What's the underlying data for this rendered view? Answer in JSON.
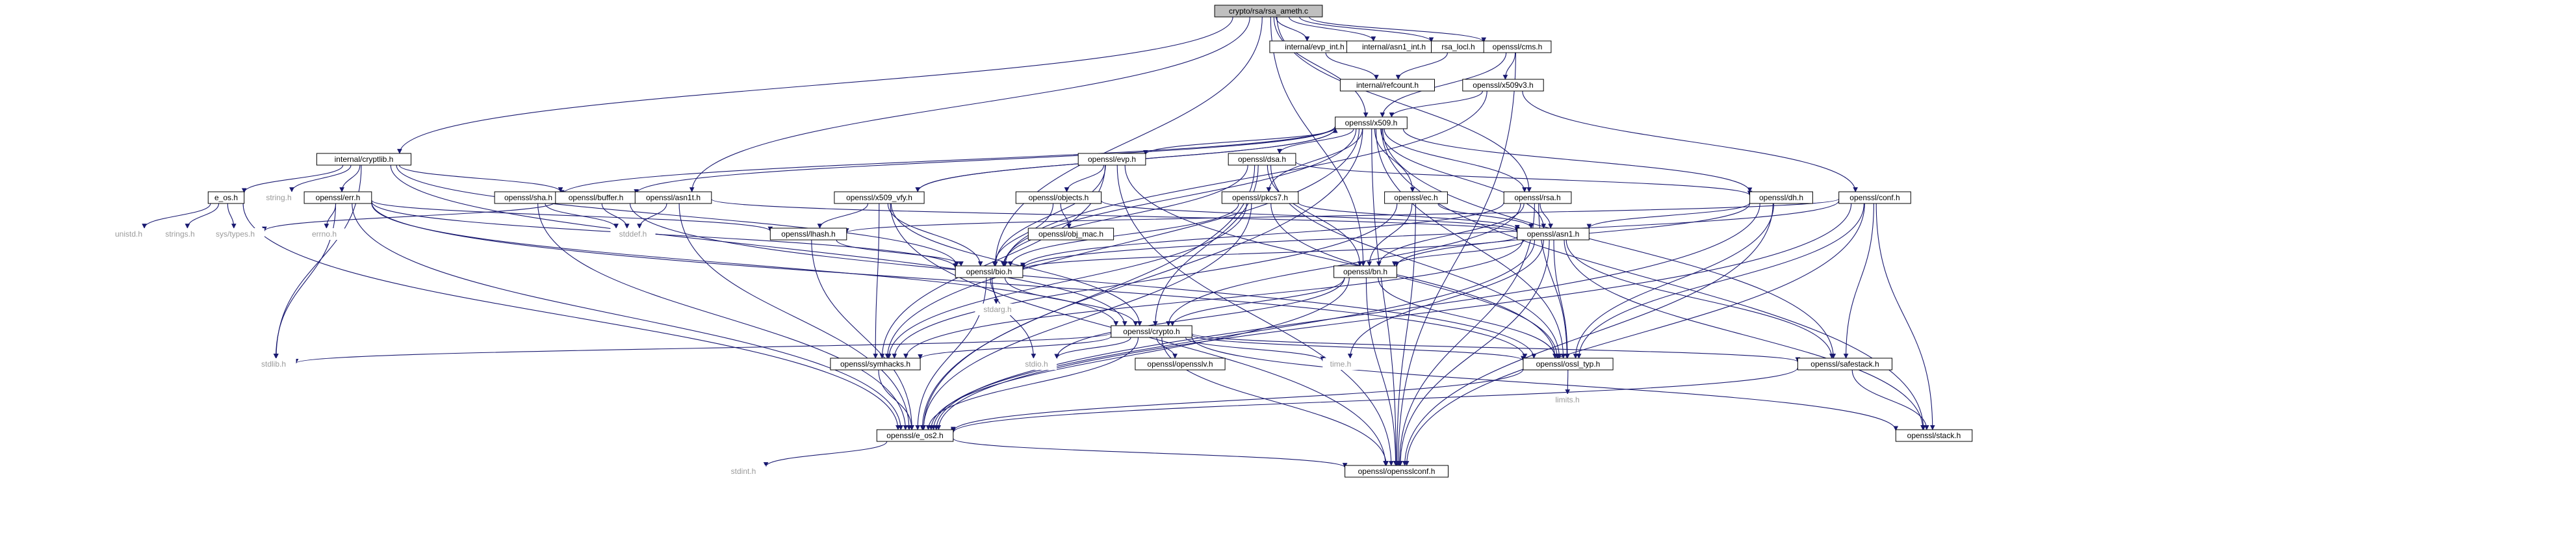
{
  "graph": {
    "nodes": [
      {
        "id": "rsa_ameth",
        "label": "crypto/rsa/rsa_ameth.c",
        "kind": "root"
      },
      {
        "id": "internal_cryptlib",
        "label": "internal/cryptlib.h",
        "kind": "normal"
      },
      {
        "id": "internal_evp_int",
        "label": "internal/evp_int.h",
        "kind": "normal"
      },
      {
        "id": "internal_asn1_int",
        "label": "internal/asn1_int.h",
        "kind": "normal"
      },
      {
        "id": "rsa_locl",
        "label": "rsa_locl.h",
        "kind": "normal"
      },
      {
        "id": "openssl_cms",
        "label": "openssl/cms.h",
        "kind": "normal"
      },
      {
        "id": "internal_refcount",
        "label": "internal/refcount.h",
        "kind": "normal"
      },
      {
        "id": "openssl_x509v3",
        "label": "openssl/x509v3.h",
        "kind": "normal"
      },
      {
        "id": "openssl_x509",
        "label": "openssl/x509.h",
        "kind": "normal"
      },
      {
        "id": "string_h",
        "label": "string.h",
        "kind": "system"
      },
      {
        "id": "e_os",
        "label": "e_os.h",
        "kind": "normal"
      },
      {
        "id": "openssl_err",
        "label": "openssl/err.h",
        "kind": "normal"
      },
      {
        "id": "openssl_sha",
        "label": "openssl/sha.h",
        "kind": "normal"
      },
      {
        "id": "openssl_buffer",
        "label": "openssl/buffer.h",
        "kind": "normal"
      },
      {
        "id": "openssl_asn1t",
        "label": "openssl/asn1t.h",
        "kind": "normal"
      },
      {
        "id": "openssl_evp",
        "label": "openssl/evp.h",
        "kind": "normal"
      },
      {
        "id": "openssl_x509_vfy",
        "label": "openssl/x509_vfy.h",
        "kind": "normal"
      },
      {
        "id": "openssl_objects",
        "label": "openssl/objects.h",
        "kind": "normal"
      },
      {
        "id": "openssl_dsa",
        "label": "openssl/dsa.h",
        "kind": "normal"
      },
      {
        "id": "openssl_pkcs7",
        "label": "openssl/pkcs7.h",
        "kind": "normal"
      },
      {
        "id": "openssl_ec",
        "label": "openssl/ec.h",
        "kind": "normal"
      },
      {
        "id": "openssl_rsa",
        "label": "openssl/rsa.h",
        "kind": "normal"
      },
      {
        "id": "openssl_dh",
        "label": "openssl/dh.h",
        "kind": "normal"
      },
      {
        "id": "openssl_conf",
        "label": "openssl/conf.h",
        "kind": "normal"
      },
      {
        "id": "unistd_h",
        "label": "unistd.h",
        "kind": "system"
      },
      {
        "id": "strings_h",
        "label": "strings.h",
        "kind": "system"
      },
      {
        "id": "sys_types_h",
        "label": "sys/types.h",
        "kind": "system"
      },
      {
        "id": "errno_h",
        "label": "errno.h",
        "kind": "system"
      },
      {
        "id": "stddef_h",
        "label": "stddef.h",
        "kind": "system"
      },
      {
        "id": "openssl_lhash",
        "label": "openssl/lhash.h",
        "kind": "normal"
      },
      {
        "id": "openssl_obj_mac",
        "label": "openssl/obj_mac.h",
        "kind": "normal"
      },
      {
        "id": "openssl_asn1",
        "label": "openssl/asn1.h",
        "kind": "normal"
      },
      {
        "id": "openssl_bio",
        "label": "openssl/bio.h",
        "kind": "normal"
      },
      {
        "id": "openssl_bn",
        "label": "openssl/bn.h",
        "kind": "normal"
      },
      {
        "id": "stdarg_h",
        "label": "stdarg.h",
        "kind": "system"
      },
      {
        "id": "openssl_crypto",
        "label": "openssl/crypto.h",
        "kind": "normal"
      },
      {
        "id": "stdlib_h",
        "label": "stdlib.h",
        "kind": "system"
      },
      {
        "id": "openssl_symhacks",
        "label": "openssl/symhacks.h",
        "kind": "normal"
      },
      {
        "id": "stdio_h",
        "label": "stdio.h",
        "kind": "system"
      },
      {
        "id": "openssl_opensslv",
        "label": "openssl/opensslv.h",
        "kind": "normal"
      },
      {
        "id": "time_h",
        "label": "time.h",
        "kind": "system"
      },
      {
        "id": "openssl_ossl_typ",
        "label": "openssl/ossl_typ.h",
        "kind": "normal"
      },
      {
        "id": "openssl_safestack",
        "label": "openssl/safestack.h",
        "kind": "normal"
      },
      {
        "id": "limits_h",
        "label": "limits.h",
        "kind": "system"
      },
      {
        "id": "openssl_e_os2",
        "label": "openssl/e_os2.h",
        "kind": "normal"
      },
      {
        "id": "openssl_stack",
        "label": "openssl/stack.h",
        "kind": "normal"
      },
      {
        "id": "stdint_h",
        "label": "stdint.h",
        "kind": "system"
      },
      {
        "id": "openssl_opensslconf",
        "label": "openssl/opensslconf.h",
        "kind": "normal"
      }
    ],
    "edges": [
      [
        "rsa_ameth",
        "internal_cryptlib"
      ],
      [
        "rsa_ameth",
        "openssl_asn1t"
      ],
      [
        "rsa_ameth",
        "openssl_x509"
      ],
      [
        "rsa_ameth",
        "openssl_bn"
      ],
      [
        "rsa_ameth",
        "internal_evp_int"
      ],
      [
        "rsa_ameth",
        "internal_asn1_int"
      ],
      [
        "rsa_ameth",
        "rsa_locl"
      ],
      [
        "rsa_ameth",
        "openssl_cms"
      ],
      [
        "rsa_ameth",
        "openssl_rsa"
      ],
      [
        "rsa_ameth",
        "openssl_bio"
      ],
      [
        "internal_evp_int",
        "internal_refcount"
      ],
      [
        "rsa_locl",
        "internal_refcount"
      ],
      [
        "openssl_cms",
        "openssl_x509"
      ],
      [
        "openssl_cms",
        "openssl_x509v3"
      ],
      [
        "openssl_cms",
        "openssl_opensslconf"
      ],
      [
        "openssl_x509v3",
        "openssl_x509"
      ],
      [
        "openssl_x509v3",
        "openssl_conf"
      ],
      [
        "openssl_x509v3",
        "openssl_bio"
      ],
      [
        "internal_cryptlib",
        "string_h"
      ],
      [
        "internal_cryptlib",
        "e_os"
      ],
      [
        "internal_cryptlib",
        "openssl_err"
      ],
      [
        "internal_cryptlib",
        "openssl_buffer"
      ],
      [
        "internal_cryptlib",
        "openssl_bio"
      ],
      [
        "internal_cryptlib",
        "openssl_crypto"
      ],
      [
        "internal_cryptlib",
        "stdlib_h"
      ],
      [
        "e_os",
        "unistd_h"
      ],
      [
        "e_os",
        "strings_h"
      ],
      [
        "e_os",
        "sys_types_h"
      ],
      [
        "e_os",
        "openssl_e_os2"
      ],
      [
        "openssl_err",
        "errno_h"
      ],
      [
        "openssl_err",
        "openssl_bio"
      ],
      [
        "openssl_err",
        "openssl_lhash"
      ],
      [
        "openssl_err",
        "stdlib_h"
      ],
      [
        "openssl_err",
        "openssl_crypto"
      ],
      [
        "openssl_err",
        "openssl_e_os2"
      ],
      [
        "openssl_err",
        "openssl_ossl_typ"
      ],
      [
        "openssl_buffer",
        "stddef_h"
      ],
      [
        "openssl_buffer",
        "sys_types_h"
      ],
      [
        "openssl_buffer",
        "openssl_ossl_typ"
      ],
      [
        "openssl_sha",
        "stddef_h"
      ],
      [
        "openssl_sha",
        "openssl_e_os2"
      ],
      [
        "openssl_asn1t",
        "stddef_h"
      ],
      [
        "openssl_asn1t",
        "openssl_asn1"
      ],
      [
        "openssl_asn1t",
        "openssl_e_os2"
      ],
      [
        "openssl_x509",
        "openssl_evp"
      ],
      [
        "openssl_x509",
        "openssl_x509_vfy"
      ],
      [
        "openssl_x509",
        "openssl_sha"
      ],
      [
        "openssl_x509",
        "openssl_buffer"
      ],
      [
        "openssl_x509",
        "openssl_dsa"
      ],
      [
        "openssl_x509",
        "openssl_pkcs7"
      ],
      [
        "openssl_x509",
        "openssl_ec"
      ],
      [
        "openssl_x509",
        "openssl_rsa"
      ],
      [
        "openssl_x509",
        "openssl_dh"
      ],
      [
        "openssl_x509",
        "openssl_asn1"
      ],
      [
        "openssl_x509",
        "openssl_bio"
      ],
      [
        "openssl_x509",
        "openssl_e_os2"
      ],
      [
        "openssl_x509",
        "openssl_symhacks"
      ],
      [
        "openssl_x509",
        "openssl_safestack"
      ],
      [
        "openssl_x509",
        "openssl_stack"
      ],
      [
        "openssl_x509",
        "openssl_ossl_typ"
      ],
      [
        "openssl_x509",
        "openssl_opensslconf"
      ],
      [
        "openssl_x509_vfy",
        "openssl_x509"
      ],
      [
        "openssl_x509_vfy",
        "openssl_lhash"
      ],
      [
        "openssl_x509_vfy",
        "openssl_bio"
      ],
      [
        "openssl_x509_vfy",
        "openssl_crypto"
      ],
      [
        "openssl_x509_vfy",
        "openssl_symhacks"
      ],
      [
        "openssl_x509_vfy",
        "openssl_opensslconf"
      ],
      [
        "openssl_evp",
        "openssl_objects"
      ],
      [
        "openssl_evp",
        "openssl_bio"
      ],
      [
        "openssl_evp",
        "openssl_symhacks"
      ],
      [
        "openssl_evp",
        "openssl_ossl_typ"
      ],
      [
        "openssl_evp",
        "openssl_opensslconf"
      ],
      [
        "openssl_objects",
        "openssl_obj_mac"
      ],
      [
        "openssl_objects",
        "openssl_asn1"
      ],
      [
        "openssl_objects",
        "openssl_bio"
      ],
      [
        "openssl_dsa",
        "openssl_bio"
      ],
      [
        "openssl_dsa",
        "openssl_crypto"
      ],
      [
        "openssl_dsa",
        "openssl_ossl_typ"
      ],
      [
        "openssl_dsa",
        "openssl_bn"
      ],
      [
        "openssl_dsa",
        "openssl_dh"
      ],
      [
        "openssl_dsa",
        "openssl_e_os2"
      ],
      [
        "openssl_pkcs7",
        "openssl_asn1"
      ],
      [
        "openssl_pkcs7",
        "openssl_bio"
      ],
      [
        "openssl_pkcs7",
        "openssl_e_os2"
      ],
      [
        "openssl_pkcs7",
        "openssl_symhacks"
      ],
      [
        "openssl_pkcs7",
        "openssl_ossl_typ"
      ],
      [
        "openssl_ec",
        "openssl_asn1"
      ],
      [
        "openssl_ec",
        "openssl_symhacks"
      ],
      [
        "openssl_ec",
        "openssl_bn"
      ],
      [
        "openssl_ec",
        "openssl_opensslconf"
      ],
      [
        "openssl_rsa",
        "openssl_asn1"
      ],
      [
        "openssl_rsa",
        "openssl_bio"
      ],
      [
        "openssl_rsa",
        "openssl_crypto"
      ],
      [
        "openssl_rsa",
        "openssl_ossl_typ"
      ],
      [
        "openssl_rsa",
        "openssl_bn"
      ],
      [
        "openssl_rsa",
        "openssl_opensslconf"
      ],
      [
        "openssl_dh",
        "openssl_asn1"
      ],
      [
        "openssl_dh",
        "openssl_ossl_typ"
      ],
      [
        "openssl_dh",
        "openssl_bn"
      ],
      [
        "openssl_dh",
        "openssl_e_os2"
      ],
      [
        "openssl_dh",
        "openssl_opensslconf"
      ],
      [
        "openssl_conf",
        "openssl_bio"
      ],
      [
        "openssl_conf",
        "openssl_lhash"
      ],
      [
        "openssl_conf",
        "openssl_safestack"
      ],
      [
        "openssl_conf",
        "openssl_e_os2"
      ],
      [
        "openssl_conf",
        "openssl_ossl_typ"
      ],
      [
        "openssl_conf",
        "openssl_opensslconf"
      ],
      [
        "openssl_conf",
        "openssl_stack"
      ],
      [
        "openssl_lhash",
        "openssl_e_os2"
      ],
      [
        "openssl_lhash",
        "openssl_bio"
      ],
      [
        "openssl_asn1",
        "time_h"
      ],
      [
        "openssl_asn1",
        "openssl_e_os2"
      ],
      [
        "openssl_asn1",
        "openssl_opensslconf"
      ],
      [
        "openssl_asn1",
        "openssl_bio"
      ],
      [
        "openssl_asn1",
        "openssl_safestack"
      ],
      [
        "openssl_asn1",
        "openssl_symhacks"
      ],
      [
        "openssl_asn1",
        "openssl_ossl_typ"
      ],
      [
        "openssl_asn1",
        "openssl_bn"
      ],
      [
        "openssl_asn1",
        "openssl_stack"
      ],
      [
        "openssl_bio",
        "openssl_e_os2"
      ],
      [
        "openssl_bio",
        "stdio_h"
      ],
      [
        "openssl_bio",
        "stdarg_h"
      ],
      [
        "openssl_bio",
        "openssl_crypto"
      ],
      [
        "openssl_bn",
        "openssl_e_os2"
      ],
      [
        "openssl_bn",
        "stdio_h"
      ],
      [
        "openssl_bn",
        "openssl_ossl_typ"
      ],
      [
        "openssl_bn",
        "openssl_crypto"
      ],
      [
        "openssl_bn",
        "openssl_opensslconf"
      ],
      [
        "openssl_crypto",
        "stdlib_h"
      ],
      [
        "openssl_crypto",
        "time_h"
      ],
      [
        "openssl_crypto",
        "openssl_e_os2"
      ],
      [
        "openssl_crypto",
        "stdio_h"
      ],
      [
        "openssl_crypto",
        "openssl_safestack"
      ],
      [
        "openssl_crypto",
        "openssl_opensslv"
      ],
      [
        "openssl_crypto",
        "openssl_ossl_typ"
      ],
      [
        "openssl_crypto",
        "openssl_opensslconf"
      ],
      [
        "openssl_crypto",
        "openssl_symhacks"
      ],
      [
        "openssl_crypto",
        "openssl_stack"
      ],
      [
        "openssl_symhacks",
        "openssl_e_os2"
      ],
      [
        "openssl_ossl_typ",
        "openssl_e_os2"
      ],
      [
        "openssl_ossl_typ",
        "limits_h"
      ],
      [
        "openssl_safestack",
        "openssl_stack"
      ],
      [
        "openssl_safestack",
        "openssl_e_os2"
      ],
      [
        "openssl_e_os2",
        "openssl_opensslconf"
      ],
      [
        "openssl_e_os2",
        "stdint_h"
      ]
    ]
  }
}
